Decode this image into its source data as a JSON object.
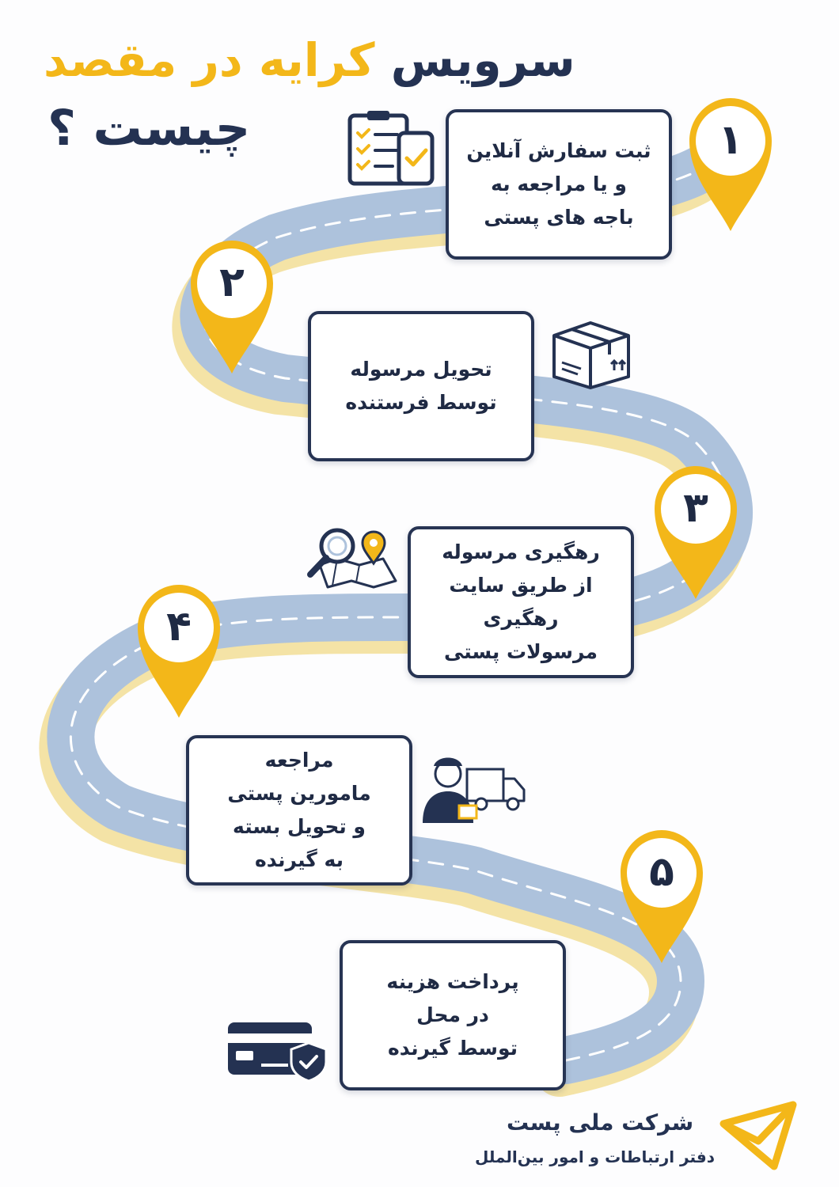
{
  "title": {
    "line1_word1": "سرویس",
    "line1_word2": "کرایه در مقصد",
    "line2": "چیست ؟"
  },
  "steps": [
    {
      "number": "۱",
      "lines": [
        "ثبت سفارش آنلاین",
        "و یا مراجعه به",
        "باجه های پستی"
      ],
      "icon": "clipboard-checklist-phone-icon"
    },
    {
      "number": "۲",
      "lines": [
        "تحویل مرسوله",
        "توسط فرستنده"
      ],
      "icon": "package-box-icon"
    },
    {
      "number": "۳",
      "lines": [
        "رهگیری مرسوله",
        "از طریق سایت",
        "رهگیری",
        "مرسولات پستی"
      ],
      "icon": "map-search-icon"
    },
    {
      "number": "۴",
      "lines": [
        "مراجعه",
        "مامورین پستی",
        "و تحویل بسته",
        "به گیرنده"
      ],
      "icon": "courier-truck-icon"
    },
    {
      "number": "۵",
      "lines": [
        "پرداخت هزینه",
        "در محل",
        "توسط گیرنده"
      ],
      "icon": "credit-card-shield-icon"
    }
  ],
  "footer": {
    "company": "شرکت ملی پست",
    "department": "دفتر ارتباطات و امور بین‌الملل",
    "logo_icon": "post-envelope-logo-icon"
  },
  "colors": {
    "navy": "#243252",
    "gold": "#f3b719",
    "road": "#adc2dc",
    "road_shadow": "#f4e3a6"
  }
}
